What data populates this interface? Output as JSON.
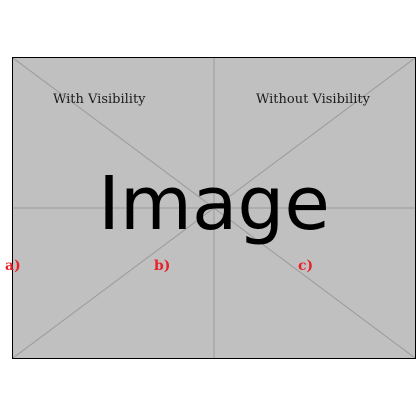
{
  "figure": {
    "placeholder_text": "Image",
    "captions": {
      "left": "With Visibility",
      "right": "Without Visibility"
    },
    "panel_labels": [
      "a)",
      "b)",
      "c)"
    ],
    "colors": {
      "image_fill": "#c0c0c0",
      "guide_lines": "#9a9a9a",
      "border": "#000000",
      "label_red": "#e8202a"
    }
  }
}
